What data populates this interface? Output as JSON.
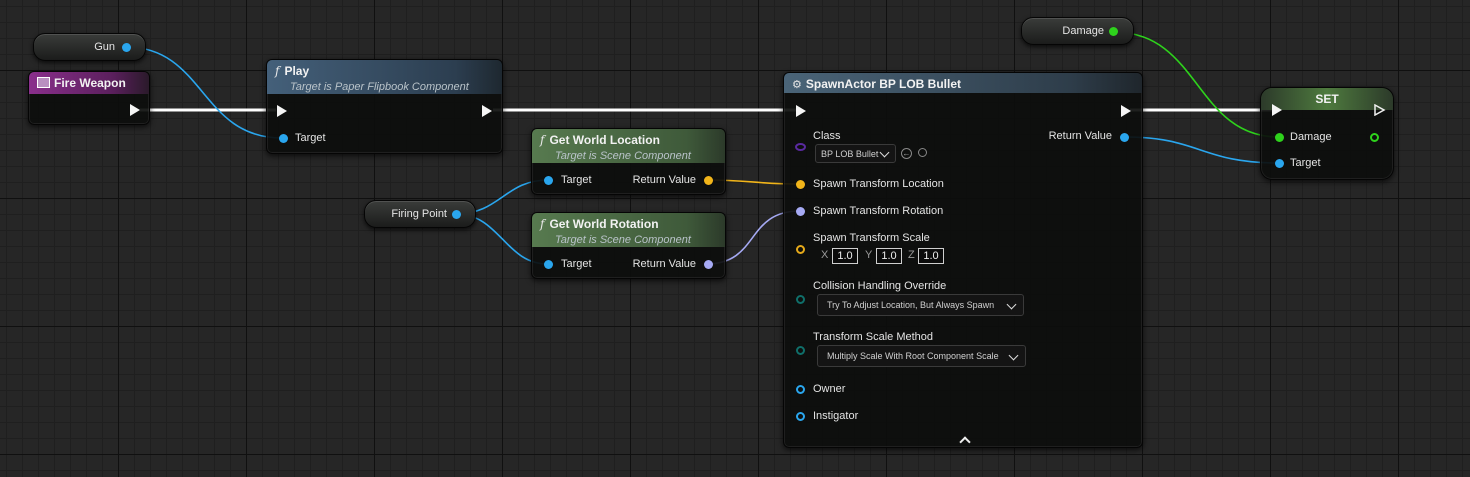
{
  "graph": {
    "gun_var": {
      "label": "Gun"
    },
    "fire_weapon": {
      "title": "Fire Weapon"
    },
    "play": {
      "title": "Play",
      "subtitle": "Target is Paper Flipbook Component",
      "target": "Target"
    },
    "get_world_location": {
      "title": "Get World Location",
      "subtitle": "Target is Scene Component",
      "target": "Target",
      "return_value": "Return Value"
    },
    "get_world_rotation": {
      "title": "Get World Rotation",
      "subtitle": "Target is Scene Component",
      "target": "Target",
      "return_value": "Return Value"
    },
    "firing_point_var": {
      "label": "Firing Point"
    },
    "spawn_actor": {
      "title": "SpawnActor BP LOB Bullet",
      "class_label": "Class",
      "class_value": "BP LOB Bullet",
      "return_value": "Return Value",
      "spawn_location": "Spawn Transform Location",
      "spawn_rotation": "Spawn Transform Rotation",
      "spawn_scale": "Spawn Transform Scale",
      "scale_x_label": "X",
      "scale_x": "1.0",
      "scale_y_label": "Y",
      "scale_y": "1.0",
      "scale_z_label": "Z",
      "scale_z": "1.0",
      "collision_label": "Collision Handling Override",
      "collision_value": "Try To Adjust Location, But Always Spawn",
      "scale_method_label": "Transform Scale Method",
      "scale_method_value": "Multiply Scale With Root Component Scale",
      "owner": "Owner",
      "instigator": "Instigator"
    },
    "damage_var": {
      "label": "Damage"
    },
    "set_node": {
      "title": "SET",
      "damage": "Damage",
      "target": "Target"
    }
  },
  "colors": {
    "exec_wire": "#ffffff",
    "object_pin": "#2aa6ee",
    "vector_pin": "#f2b51a",
    "rotator_pin": "#a6aaf4",
    "float_pin": "#2ed21c",
    "event_header": "#7d2b7f",
    "function_header": "#3d5466",
    "pure_function_header": "#4d6b46"
  }
}
